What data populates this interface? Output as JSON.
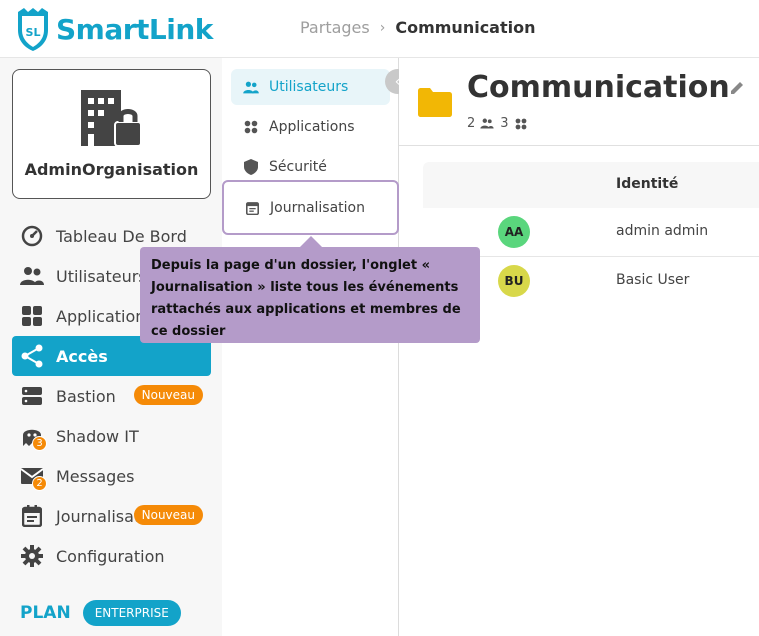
{
  "app": {
    "name": "SmartLink",
    "logo_initials": "SL"
  },
  "breadcrumb": {
    "parent": "Partages",
    "separator": "›",
    "current": "Communication"
  },
  "organization": {
    "name": "AdminOrganisation"
  },
  "nav": {
    "items": [
      {
        "label": "Tableau De Bord",
        "icon": "dashboard-icon"
      },
      {
        "label": "Utilisateurs",
        "icon": "users-icon"
      },
      {
        "label": "Applications",
        "icon": "apps-icon"
      },
      {
        "label": "Accès",
        "icon": "share-icon",
        "active": true
      },
      {
        "label": "Bastion",
        "icon": "server-icon",
        "badge": "Nouveau"
      },
      {
        "label": "Shadow IT",
        "icon": "ghost-icon",
        "count": "3"
      },
      {
        "label": "Messages",
        "icon": "mail-icon",
        "count": "2"
      },
      {
        "label": "Journalisation",
        "icon": "calendar-icon",
        "badge": "Nouveau"
      },
      {
        "label": "Configuration",
        "icon": "gear-icon"
      }
    ]
  },
  "plan": {
    "label": "PLAN",
    "tier": "ENTERPRISE"
  },
  "subnav": {
    "items": [
      {
        "label": "Utilisateurs",
        "icon": "users-icon",
        "active": true
      },
      {
        "label": "Applications",
        "icon": "apps-icon"
      },
      {
        "label": "Sécurité",
        "icon": "shield-icon"
      },
      {
        "label": "Journalisation",
        "icon": "calendar-icon",
        "highlight": true
      }
    ]
  },
  "tooltip": {
    "text": "Depuis la page d'un dossier, l'onglet « Journalisation » liste tous les événements rattachés aux applications et membres de ce dossier"
  },
  "folder": {
    "title": "Communication",
    "users_count": "2",
    "apps_count": "3"
  },
  "table": {
    "columns": [
      "Identité"
    ],
    "rows": [
      {
        "initials": "AA",
        "name": "admin admin",
        "avatar_color": "#5ad67d"
      },
      {
        "initials": "BU",
        "name": "Basic User",
        "avatar_color": "#d8d84a"
      }
    ]
  },
  "colors": {
    "brand": "#13a3c9",
    "badge": "#f58a07",
    "tooltip": "#b49bc9",
    "folder": "#f2b705"
  }
}
